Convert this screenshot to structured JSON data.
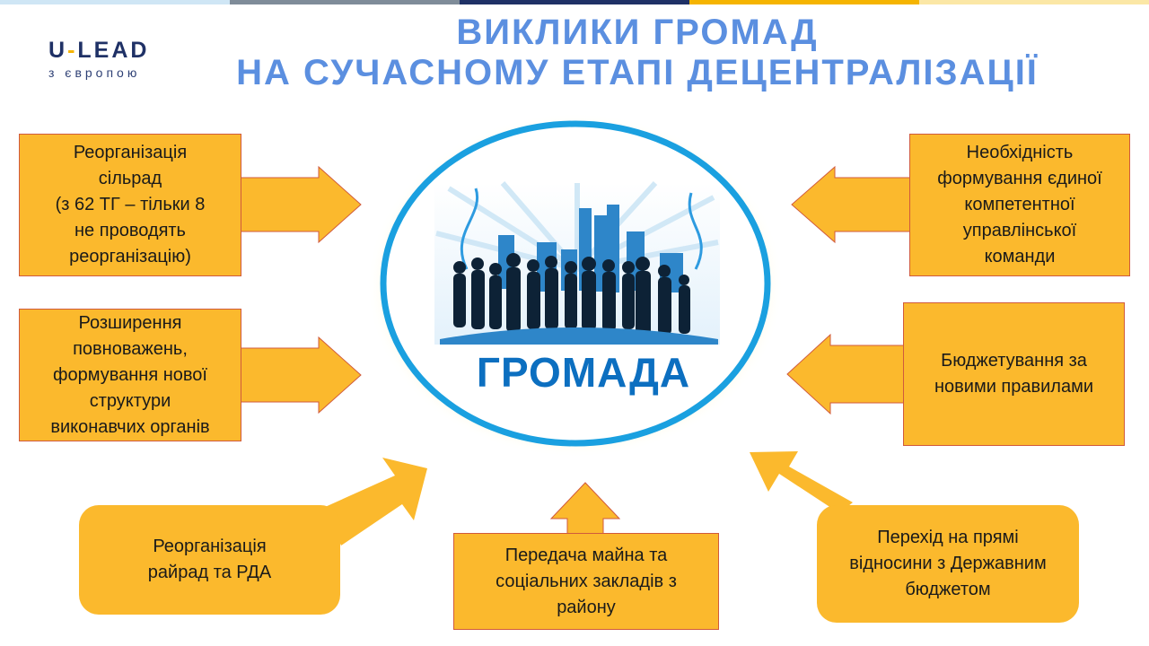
{
  "title": {
    "line1": "ВИКЛИКИ  ГРОМАД",
    "line2": "НА СУЧАСНОМУ ЕТАПІ ДЕЦЕНТРАЛІЗАЦІЇ"
  },
  "logo": {
    "brand_left": "U",
    "brand_dash": "-",
    "brand_right": "LEAD",
    "subtitle": "з європою"
  },
  "center": {
    "label": "ГРОМАДА",
    "image": "community-crowd-city-illustration"
  },
  "colors": {
    "accent_title": "#5b8fe0",
    "box_fill": "#fbb92d",
    "box_border": "#d05a3c",
    "circle_border": "#1aa0e0",
    "center_label": "#0c6fc0",
    "logo_navy": "#1f3166"
  },
  "boxes": {
    "top_left": "Реорганізація\nсільрад\n(з 62 ТГ – тільки 8\nне проводять\nреорганізацію)",
    "mid_left": "Розширення\nповноважень,\nформування нової\nструктури\nвиконавчих органів",
    "top_right": "Необхідність\nформування єдиної\nкомпетентної\nуправлінської\nкоманди",
    "mid_right": "Бюджетування за\nновими правилами",
    "bottom_left": "Реорганізація\nрайрад та РДА",
    "bottom_center": "Передача майна та\nсоціальних закладів з\nрайону",
    "bottom_right": "Перехід на прямі\nвідносини з Державним\nбюджетом"
  }
}
